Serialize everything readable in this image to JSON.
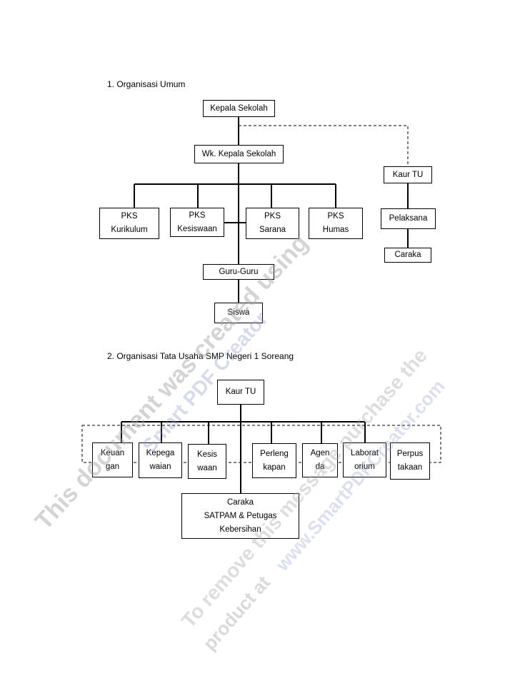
{
  "section1": {
    "heading": "1.   Organisasi Umum",
    "kepala": "Kepala Sekolah",
    "wakil": "Wk. Kepala Sekolah",
    "kaur": "Kaur TU",
    "pks_kurikulum": "PKS\nKurikulum",
    "pks_kesiswaan": "PKS\nKesiswaan",
    "pks_sarana": "PKS\nSarana",
    "pks_humas": "PKS\nHumas",
    "pelaksana": "Pelaksana",
    "caraka": "Caraka",
    "guru": "Guru-Guru",
    "siswa": "Siswa"
  },
  "section2": {
    "heading": "2.   Organisasi Tata Usaha SMP Negeri 1 Soreang",
    "kaur": "Kaur TU",
    "keuangan": "Keuan\ngan",
    "kepegawaian": "Kepega\nwaian",
    "kesiswaan": "Kesis\nwaan",
    "perlengkapan": "Perleng\nkapan",
    "agenda": "Agen\nda",
    "laboratorium": "Laborat\norium",
    "perpustakaan": "Perpus\ntakaan",
    "caraka": "Caraka\nSATPAM & Petugas\nKebersihan"
  },
  "watermark": {
    "line1": "This document was created using",
    "line2": "Smart PDF Creator",
    "line3": "To remove this message purchase the",
    "line4": "www.SmartPDFCreator.com",
    "line5": "product at"
  }
}
